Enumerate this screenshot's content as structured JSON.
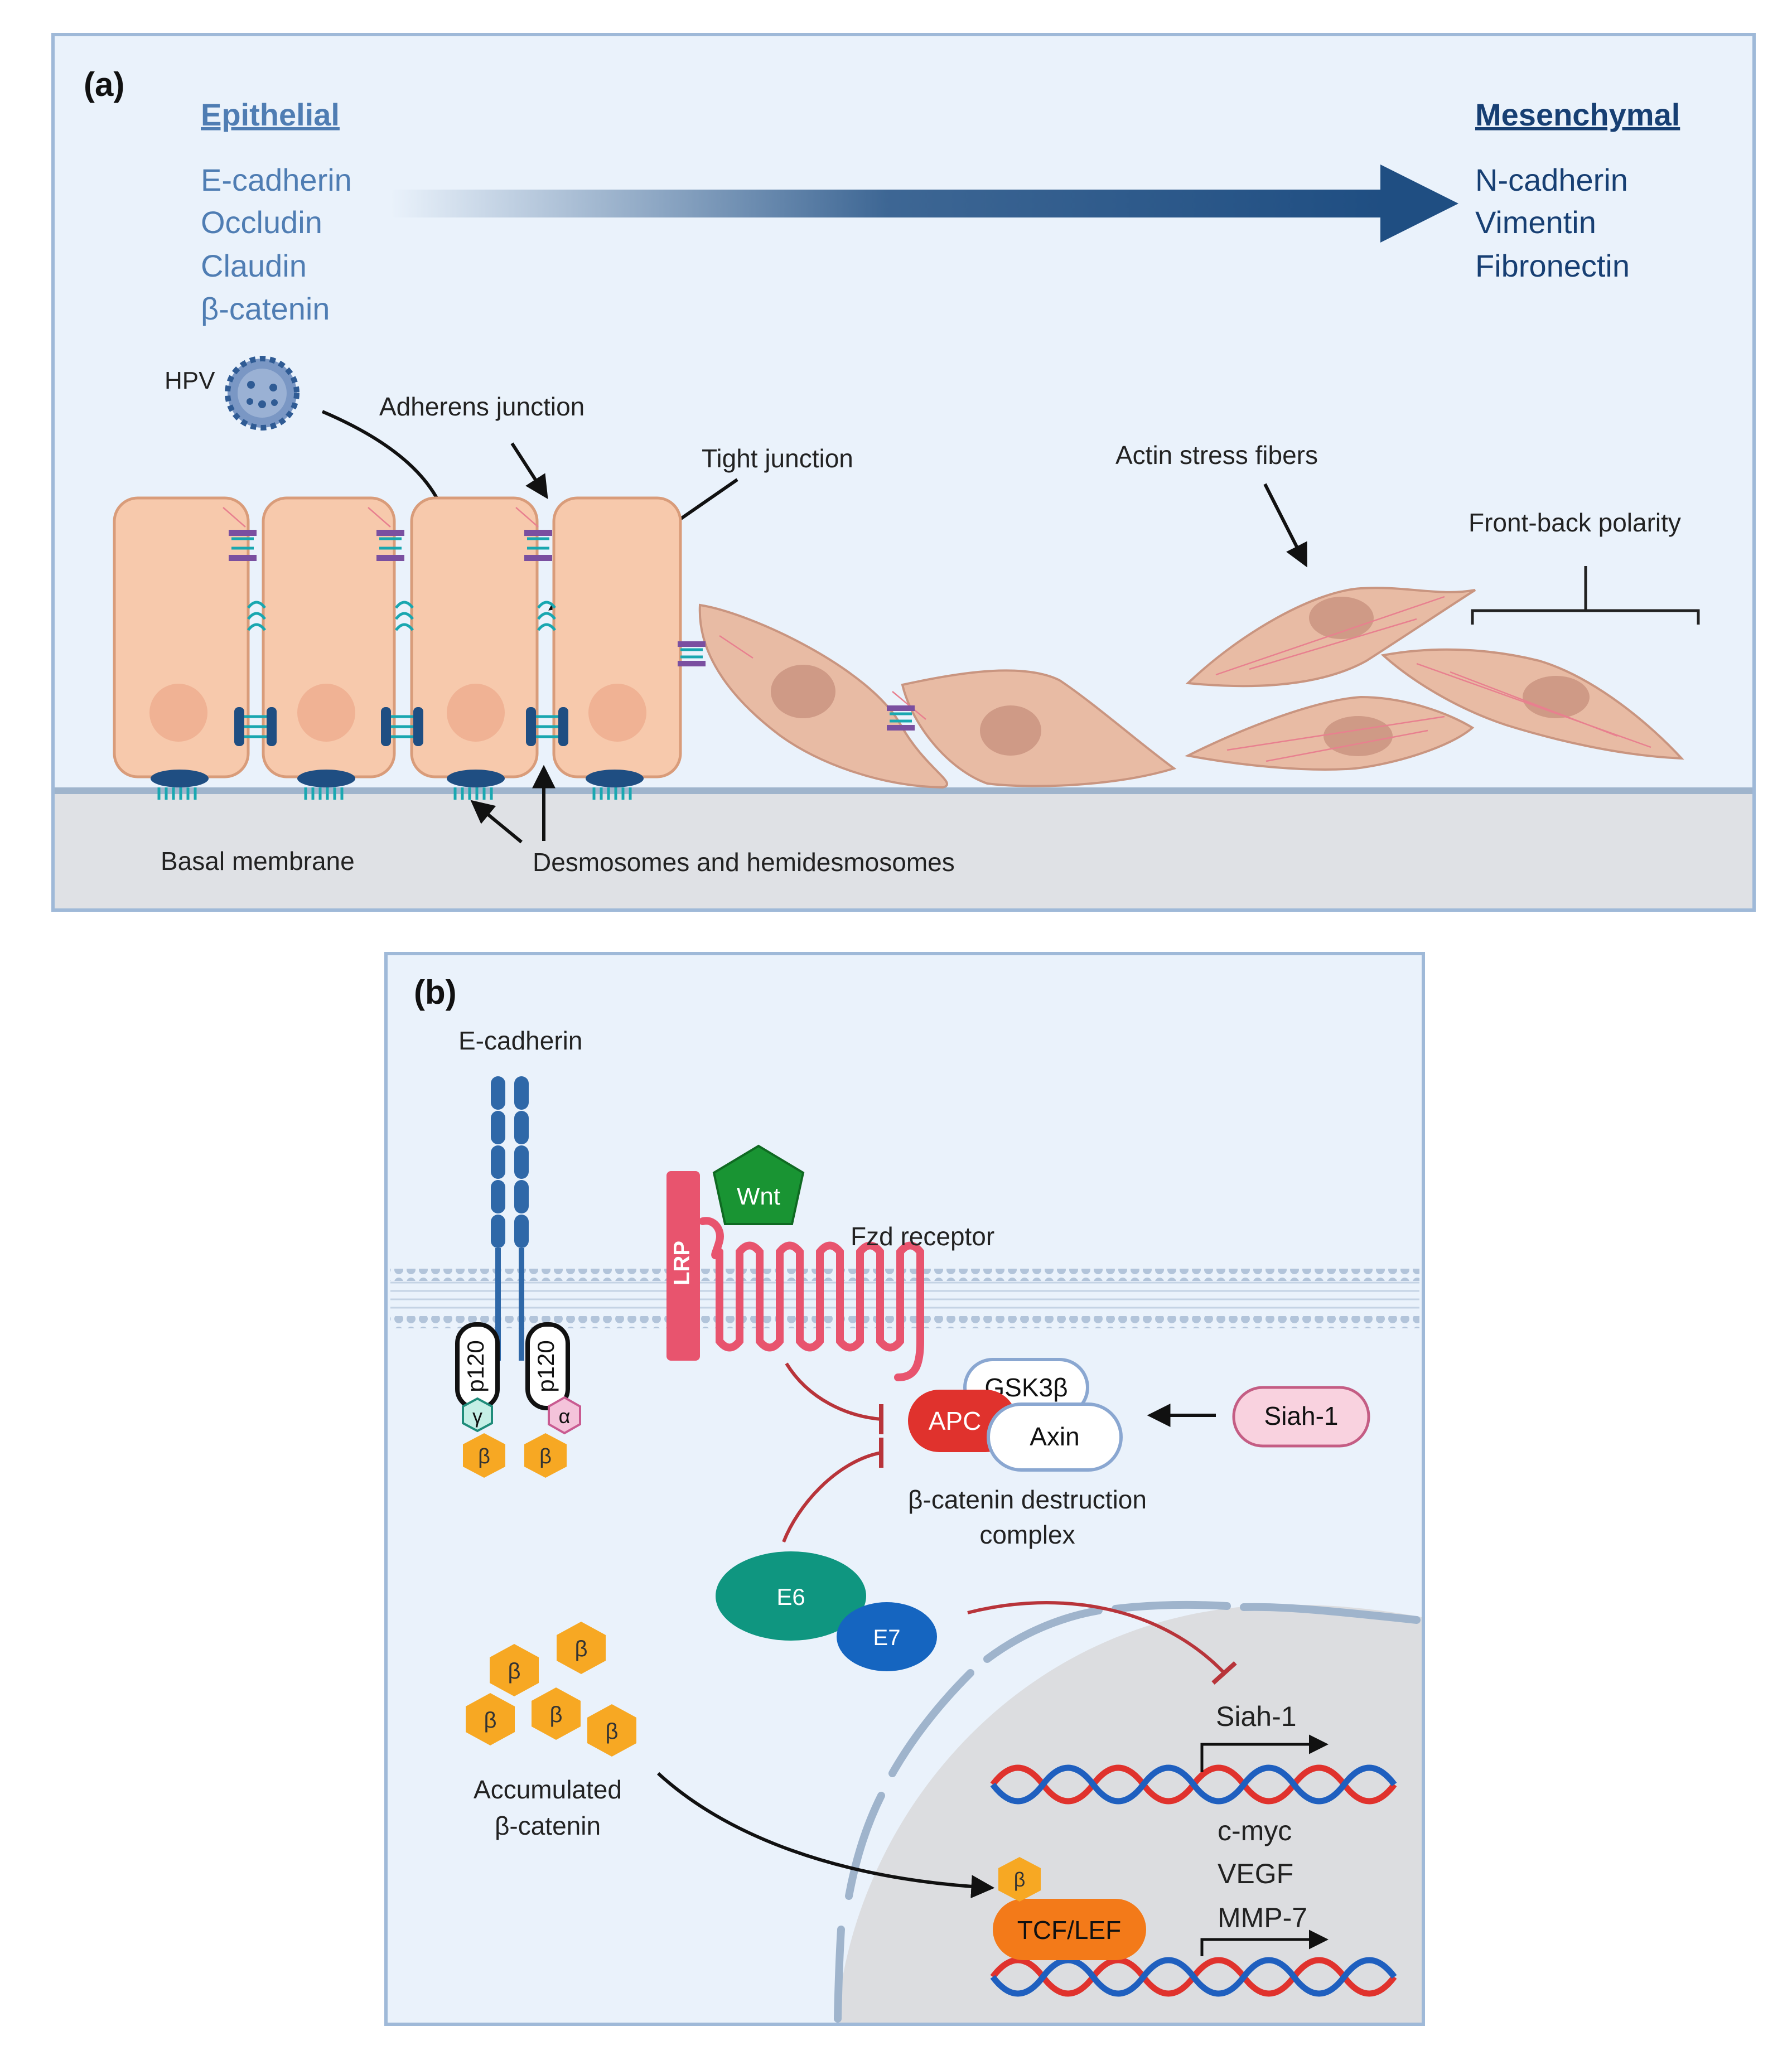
{
  "panel_a": {
    "label": "(a)",
    "epithelial_title": "Epithelial",
    "epithelial_markers": [
      "E-cadherin",
      "Occludin",
      "Claudin",
      "β-catenin"
    ],
    "mesenchymal_title": "Mesenchymal",
    "mesenchymal_markers": [
      "N-cadherin",
      "Vimentin",
      "Fibronectin"
    ],
    "hpv": "HPV",
    "adherens_junction": "Adherens junction",
    "tight_junction": "Tight junction",
    "actin_stress_fibers": "Actin stress fibers",
    "front_back_polarity": "Front-back polarity",
    "basal_membrane": "Basal membrane",
    "desmosomes": "Desmosomes and hemidesmosomes"
  },
  "panel_b": {
    "label": "(b)",
    "e_cadherin": "E-cadherin",
    "wnt": "Wnt",
    "lrp": "LRP",
    "fzd_receptor": "Fzd receptor",
    "p120": "p120",
    "gamma": "γ",
    "alpha": "α",
    "beta": "β",
    "gsk3b": "GSK3β",
    "apc": "APC",
    "axin": "Axin",
    "siah1_protein": "Siah-1",
    "destruction_complex_line1": "β-catenin destruction",
    "destruction_complex_line2": "complex",
    "e6": "E6",
    "e7": "E7",
    "accumulated_line1": "Accumulated",
    "accumulated_line2": "β-catenin",
    "siah1_gene": "Siah-1",
    "targets": [
      "c-myc",
      "VEGF",
      "MMP-7"
    ],
    "tcf_lef": "TCF/LEF"
  },
  "colors": {
    "panel_bg": "#eaf2fb",
    "panel_border": "#9fb9d8",
    "epithelial_text": "#4f7db3",
    "mesenchymal_text": "#173f73",
    "arrow_dark": "#1f4e82",
    "cell_fill": "#f7c9ac",
    "cell_stroke": "#d99c7a",
    "mes_cell_fill": "#e8bba4",
    "nucleus": "#cf9a86",
    "basement": "#dfe1e5",
    "beta_catenin": "#f7a823",
    "lrp": "#e8546e",
    "fzd": "#e8546e",
    "wnt": "#199433",
    "apc": "#e0322d",
    "e6": "#0f9680",
    "e7": "#1565c0",
    "siah1": "#f9d2df",
    "tcf_lef": "#f37a19",
    "dna_red": "#e0322d",
    "dna_blue": "#1f5fbf",
    "inhibit": "#b8343a"
  }
}
